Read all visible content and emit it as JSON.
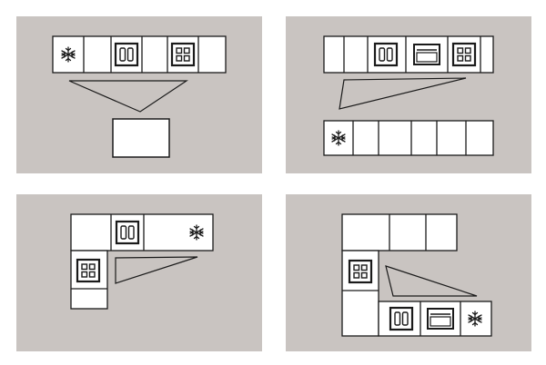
{
  "colors": {
    "background": "#ffffff",
    "panel": "#c9c4c1",
    "line": "#1a1a1a",
    "fill": "#ffffff"
  },
  "panels": [
    {
      "name": "galley-island-layout",
      "cabinet_row": [
        "fridge-icon",
        "empty",
        "sink-icon",
        "empty",
        "stove-icon",
        "empty"
      ],
      "work_triangle": "true",
      "island": "true"
    },
    {
      "name": "parallel-layout",
      "cabinet_row": [
        "empty",
        "empty",
        "sink-icon",
        "oven-icon",
        "stove-icon"
      ],
      "work_triangle": "true",
      "cabinet_row_bottom": [
        "fridge-icon",
        "empty",
        "empty",
        "empty",
        "empty",
        "empty"
      ]
    },
    {
      "name": "l-shape-layout",
      "cabinet_row": [
        "empty",
        "empty",
        "sink-icon",
        "empty",
        "fridge-icon"
      ],
      "cabinet_column": [
        "empty",
        "stove-icon",
        "empty"
      ],
      "work_triangle": "true"
    },
    {
      "name": "u-shape-layout",
      "cabinet_row_top": [
        "empty",
        "empty",
        "empty"
      ],
      "cabinet_column": [
        "empty",
        "stove-icon",
        "empty"
      ],
      "cabinet_row_bottom": [
        "sink-icon",
        "oven-icon",
        "fridge-icon"
      ],
      "work_triangle": "true"
    }
  ]
}
